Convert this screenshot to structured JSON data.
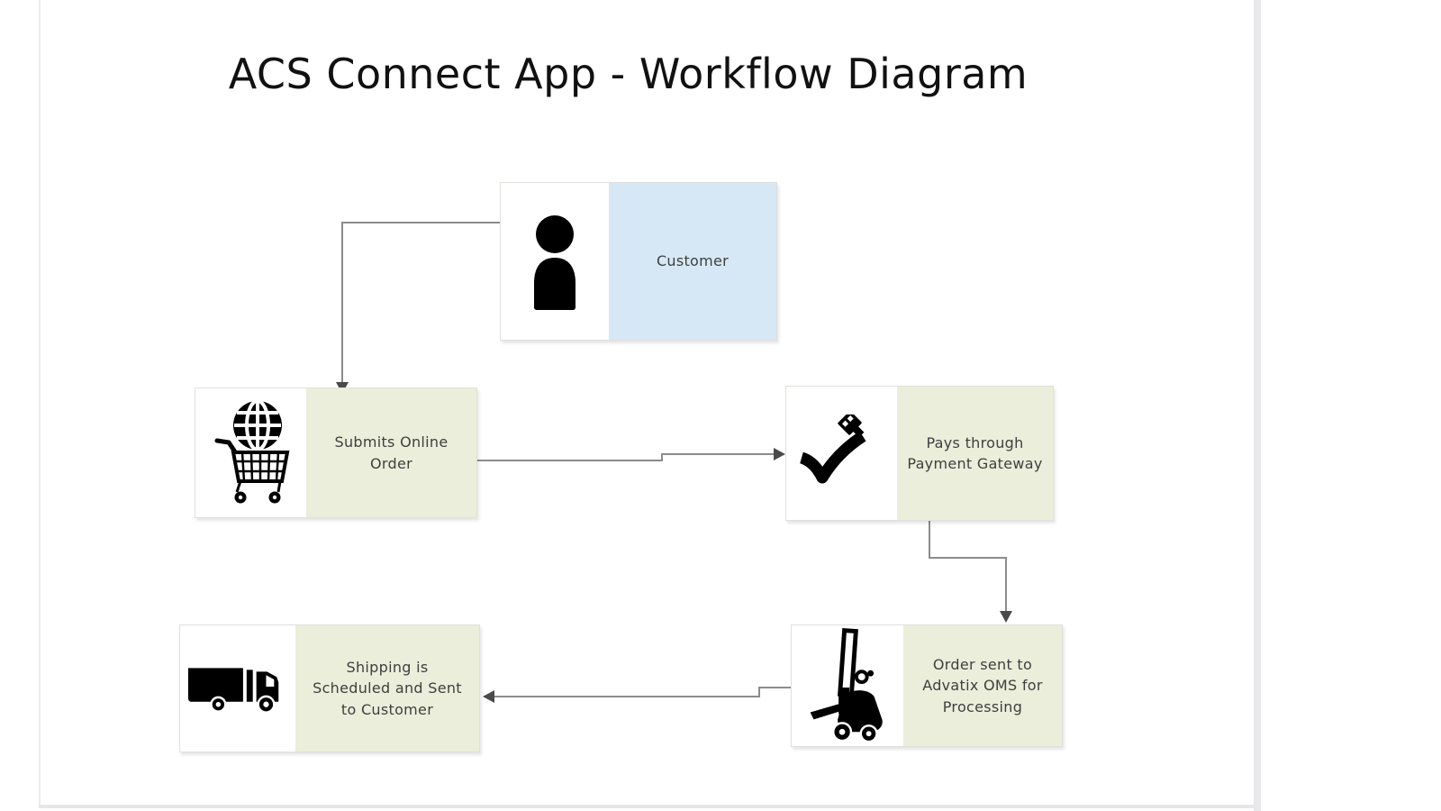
{
  "page": {
    "title": "ACS Connect App - Workflow Diagram",
    "background": "#ffffff",
    "frame_color": "#e8e8ea"
  },
  "diagram": {
    "text_color": "#3f3f3f",
    "connector_color": "#8c8c8c",
    "arrow_color": "#4a4a4a",
    "node_fill_blue": "#d6e8f5",
    "node_fill_green": "#eaeeda",
    "nodes": [
      {
        "id": "customer",
        "label": "Customer",
        "icon": "person-icon",
        "fill": "#d6e8f5"
      },
      {
        "id": "submits-online-order",
        "label": "Submits Online\nOrder",
        "icon": "globe-shopping-cart-icon",
        "fill": "#eaeeda"
      },
      {
        "id": "pays-through-payment-gateway",
        "label": "Pays through\nPayment Gateway",
        "icon": "checkmark-plug-icon",
        "fill": "#eaeeda"
      },
      {
        "id": "order-sent-to-advatix-oms",
        "label": "Order sent to\nAdvatix OMS for\nProcessing",
        "icon": "forklift-icon",
        "fill": "#eaeeda"
      },
      {
        "id": "shipping-scheduled",
        "label": "Shipping is\nScheduled and Sent\nto Customer",
        "icon": "delivery-truck-icon",
        "fill": "#eaeeda"
      }
    ],
    "edges": [
      {
        "from": "customer",
        "to": "submits-online-order"
      },
      {
        "from": "submits-online-order",
        "to": "pays-through-payment-gateway"
      },
      {
        "from": "pays-through-payment-gateway",
        "to": "order-sent-to-advatix-oms"
      },
      {
        "from": "order-sent-to-advatix-oms",
        "to": "shipping-scheduled"
      }
    ]
  }
}
